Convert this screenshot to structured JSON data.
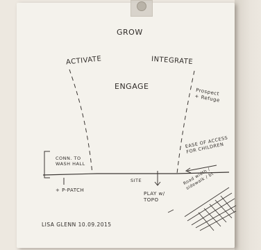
{
  "sketch": {
    "grow": "GROW",
    "activate": "ACTIVATE",
    "integrate": "INTEGRATE",
    "engage": "ENGAGE",
    "prospect_refuge": "Prospect + Refuge",
    "conn_wash_hall": "CONN. TO WASH HALL",
    "p_patch": "+ P-PATCH",
    "site": "SITE",
    "play_topo": "PLAY w/ TOPO",
    "ease_of_access": "EASE OF ACCESS FOR CHILDREN",
    "road_sidewalk": "Road width / sidewalk / bt",
    "signature": "LISA GLENN  10.09.2015"
  }
}
